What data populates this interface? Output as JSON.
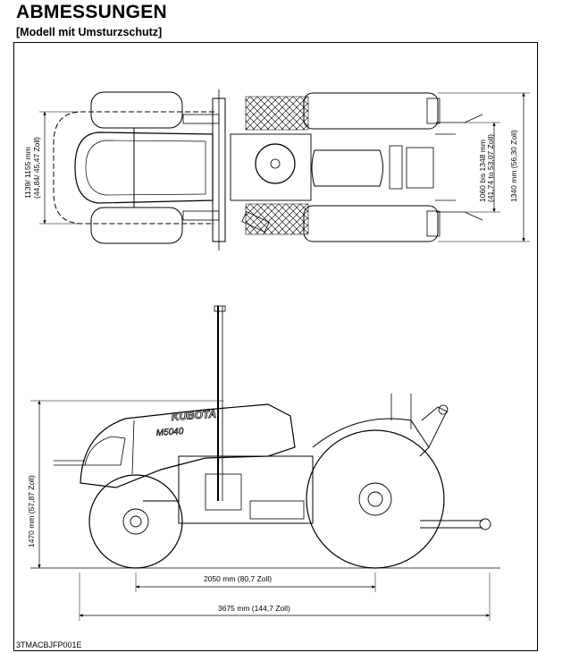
{
  "page": {
    "title": "ABMESSUNGEN",
    "subtitle": "[Modell mit Umsturzschutz]",
    "figure_code": "3TMACBJFP001E"
  },
  "top_view": {
    "front_track_mm": "1139/ 1155 mm",
    "front_track_in": "(44,84/ 45,47 Zoll)",
    "rear_track_mm": "1060 bis 1348 mm",
    "rear_track_in": "(41,74 to 53,07 Zoll)",
    "overall_width": "1340 mm (56,30 Zoll)"
  },
  "side_view": {
    "height": "1470 mm (57,87 Zoll)",
    "wheelbase": "2050 mm (80,7 Zoll)",
    "overall_length": "3675 mm (144,7 Zoll)",
    "brand_label": "KUBOTA",
    "model_label": "M5040"
  }
}
